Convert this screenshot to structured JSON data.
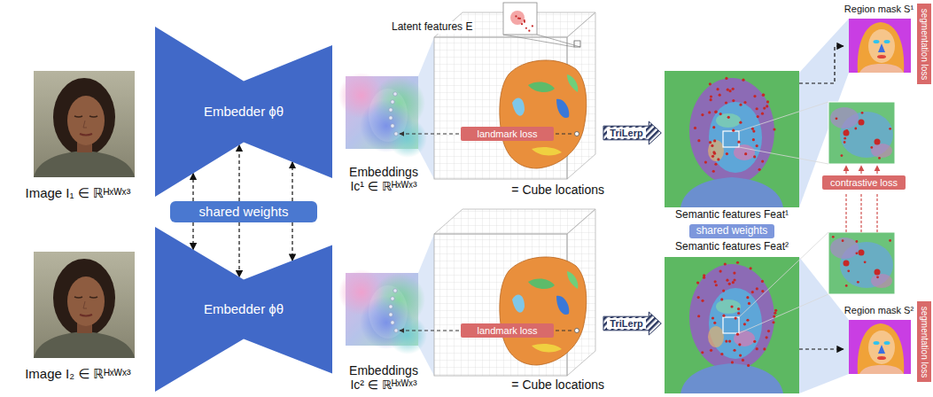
{
  "diagram": {
    "nodes": [
      {
        "text": [
          "Image I₁ ∈ ℝᴴˣᵂˣ³"
        ]
      },
      {
        "text": [
          "Embedder ϕθ"
        ]
      },
      {
        "text": [
          "shared weights"
        ]
      },
      {
        "text": [
          "Embedder ϕθ"
        ]
      },
      {
        "text": [
          "Image I₂ ∈ ℝᴴˣᵂˣ³"
        ]
      },
      {
        "text": [
          "Embeddings",
          "Iᴄ¹ ∈ ℝᴴˣᵂˣ³"
        ]
      },
      {
        "text": [
          "= Cube locations"
        ]
      },
      {
        "text": [
          "landmark loss"
        ]
      },
      {
        "text": [
          "Embeddings",
          "Iᴄ² ∈ ℝᴴˣᵂˣ³"
        ]
      },
      {
        "text": [
          "= Cube locations"
        ]
      },
      {
        "text": [
          "landmark loss"
        ]
      },
      {
        "text": [
          "TriLerp"
        ]
      },
      {
        "text": [
          "TriLerp"
        ]
      },
      {
        "text": [
          "Semantic features Feat¹"
        ]
      },
      {
        "text": [
          "shared weights"
        ]
      },
      {
        "text": [
          "Semantic features Feat²"
        ]
      },
      {
        "text": [
          "contrastive loss"
        ]
      },
      {
        "text": [
          "Region mask S¹"
        ]
      },
      {
        "text": [
          "segmentation loss"
        ]
      },
      {
        "text": [
          "Region mask S²"
        ]
      },
      {
        "text": [
          "segmentation loss"
        ]
      }
    ],
    "edges": [
      {
        "from": 2,
        "to": 1,
        "arrow": "to"
      },
      {
        "from": 2,
        "to": 1,
        "arrow": "to"
      },
      {
        "from": 2,
        "to": 1,
        "arrow": "to"
      },
      {
        "from": 2,
        "to": 3,
        "arrow": "to"
      },
      {
        "from": 2,
        "to": 3,
        "arrow": "to"
      },
      {
        "from": 2,
        "to": 3,
        "arrow": "to"
      },
      {
        "from": 13,
        "to": 17,
        "arrow": "to"
      },
      {
        "from": 15,
        "to": 19,
        "arrow": "to"
      }
    ],
    "labels": [
      "Latent features E"
    ]
  }
}
